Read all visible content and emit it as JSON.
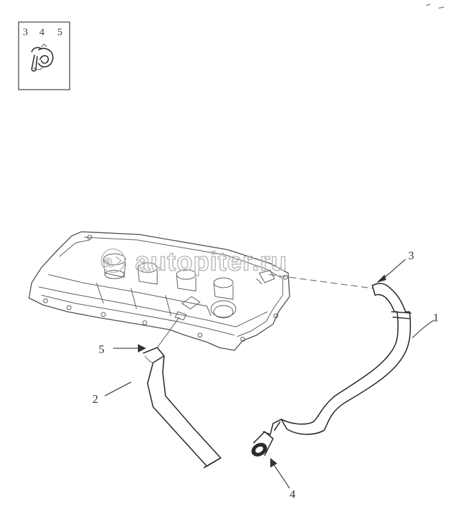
{
  "inset": {
    "numbers": [
      "3",
      "4",
      "5"
    ]
  },
  "callouts": {
    "c1": "1",
    "c2": "2",
    "c3": "3",
    "c4": "4",
    "c5": "5"
  },
  "watermark": {
    "text": "autopiter.ru"
  },
  "colors": {
    "line": "#2b2b2b",
    "background": "#ffffff",
    "watermark": "#bdbdbd"
  },
  "icons": [
    "hose-clamp-icon",
    "valve-cover-icon"
  ]
}
